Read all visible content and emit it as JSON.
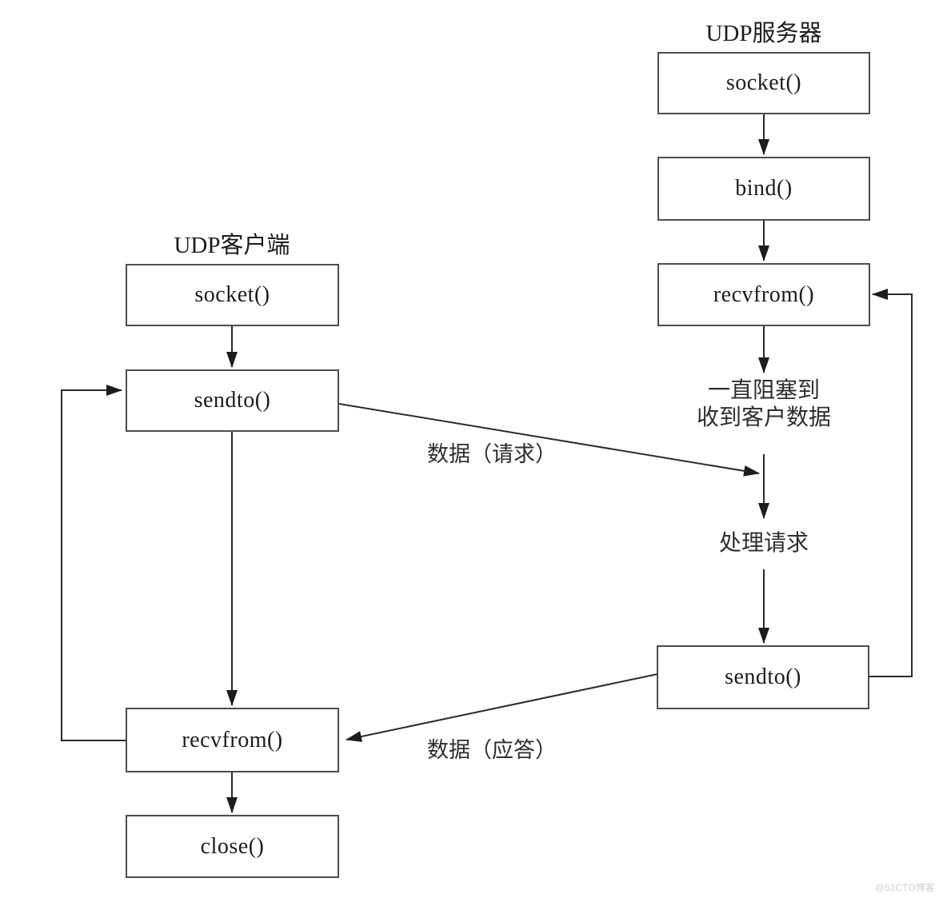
{
  "server": {
    "title": "UDP服务器",
    "boxes": {
      "socket": "socket()",
      "bind": "bind()",
      "recvfrom": "recvfrom()",
      "sendto": "sendto()"
    },
    "block_note_line1": "一直阻塞到",
    "block_note_line2": "收到客户数据",
    "process_note": "处理请求"
  },
  "client": {
    "title": "UDP客户端",
    "boxes": {
      "socket": "socket()",
      "sendto": "sendto()",
      "recvfrom": "recvfrom()",
      "close": "close()"
    }
  },
  "edges": {
    "request_label": "数据（请求）",
    "reply_label": "数据（应答）"
  },
  "watermark": "@51CTO博客",
  "colors": {
    "line": "#2b2b2b",
    "box_border": "#4d4d4d",
    "text": "#1c1c1c",
    "watermark": "#d2d2d2",
    "background": "#ffffff"
  }
}
